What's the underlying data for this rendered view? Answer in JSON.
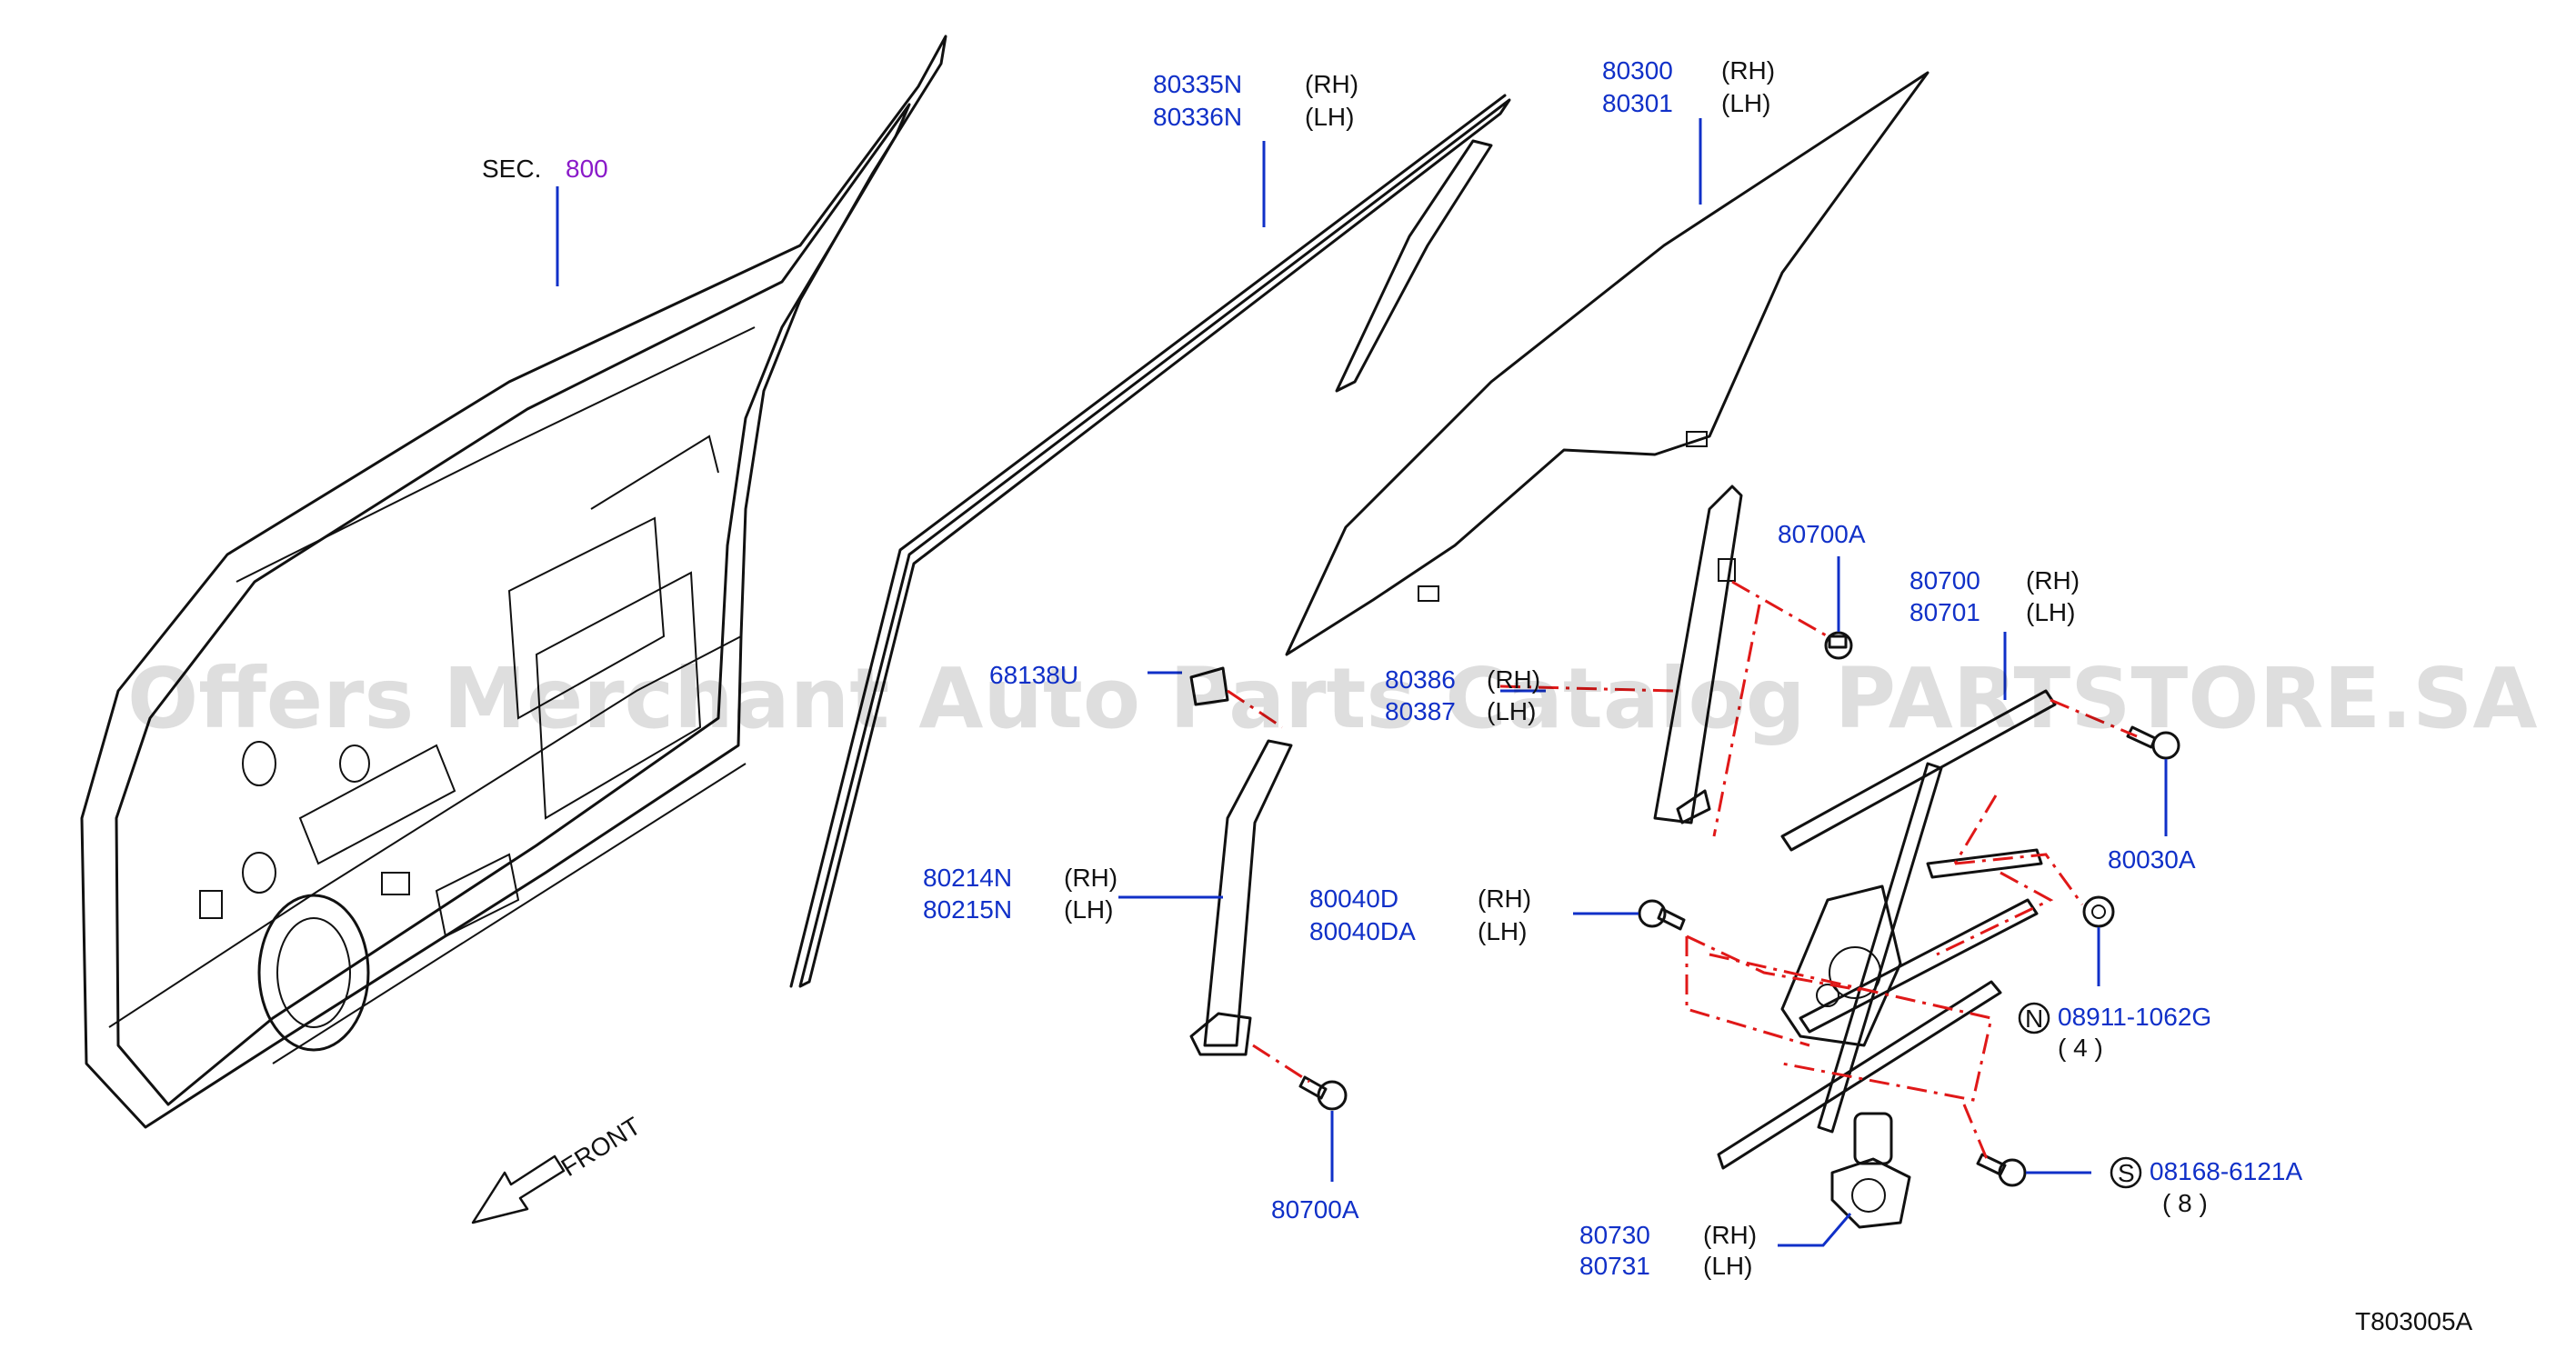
{
  "section_ref": {
    "prefix": "SEC.",
    "number": "800"
  },
  "parts": {
    "run_channel": {
      "rh": "80335N",
      "lh": "80336N",
      "rh_tag": "(RH)",
      "lh_tag": "(LH)"
    },
    "glass": {
      "rh": "80300",
      "lh": "80301",
      "rh_tag": "(RH)",
      "lh_tag": "(LH)"
    },
    "sash_bolt_top": "80700A",
    "regulator": {
      "rh": "80700",
      "lh": "80701",
      "rh_tag": "(RH)",
      "lh_tag": "(LH)"
    },
    "bolt_80030a": "80030A",
    "clip_68": "68138U",
    "guide_80386": {
      "rh": "80386",
      "lh": "80387",
      "rh_tag": "(RH)",
      "lh_tag": "(LH)"
    },
    "sash_rear": {
      "rh": "80214N",
      "lh": "80215N",
      "rh_tag": "(RH)",
      "lh_tag": "(LH)"
    },
    "bolt_80040": {
      "rh": "80040D",
      "lh": "80040DA",
      "rh_tag": "(RH)",
      "lh_tag": "(LH)"
    },
    "nut": {
      "badge": "N",
      "code": "08911-1062G",
      "qty": "( 4 )"
    },
    "sash_bolt_bottom": "80700A",
    "screw": {
      "badge": "S",
      "code": "08168-6121A",
      "qty": "( 8 )"
    },
    "motor": {
      "rh": "80730",
      "lh": "80731",
      "rh_tag": "(RH)",
      "lh_tag": "(LH)"
    }
  },
  "direction_label": "FRONT",
  "diagram_id": "T803005A",
  "watermark": "Offers Merchant Auto Parts Catalog PARTSTORE.SA",
  "colors": {
    "part_numbers": "#1030c8",
    "section_number": "#8a1ac9",
    "dashed_guides": "#e01818"
  }
}
